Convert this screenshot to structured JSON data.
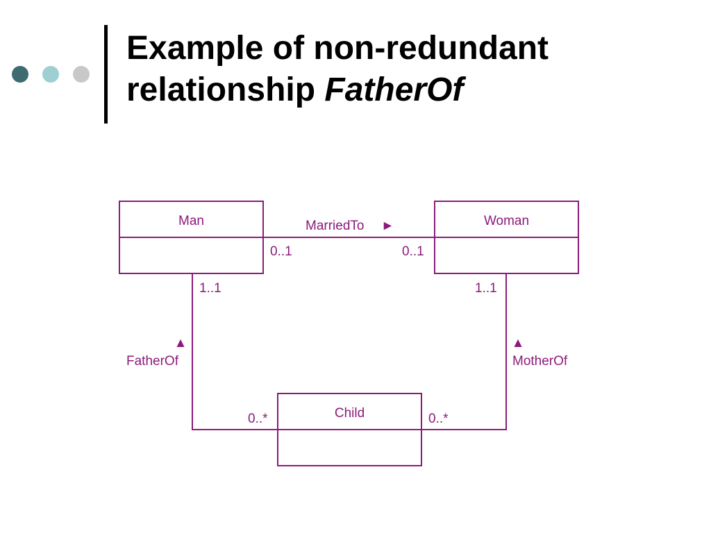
{
  "slide": {
    "title_line1": "Example of non-redundant",
    "title_line2_plain": "relationship ",
    "title_line2_italic": "FatherOf"
  },
  "colors": {
    "diagram": "#8b1a7a",
    "dot_dark": "#3d6b70",
    "dot_teal": "#9ecfd2",
    "dot_gray": "#c8c8c8",
    "title": "#000000"
  },
  "diagram": {
    "classes": {
      "man": "Man",
      "woman": "Woman",
      "child": "Child"
    },
    "associations": {
      "married_to": {
        "label": "MarriedTo",
        "arrow": "►",
        "mult_man": "0..1",
        "mult_woman": "0..1"
      },
      "father_of": {
        "label": "FatherOf",
        "arrow": "▲",
        "mult_man": "1..1",
        "mult_child": "0..*"
      },
      "mother_of": {
        "label": "MotherOf",
        "arrow": "▲",
        "mult_woman": "1..1",
        "mult_child": "0..*"
      }
    }
  }
}
